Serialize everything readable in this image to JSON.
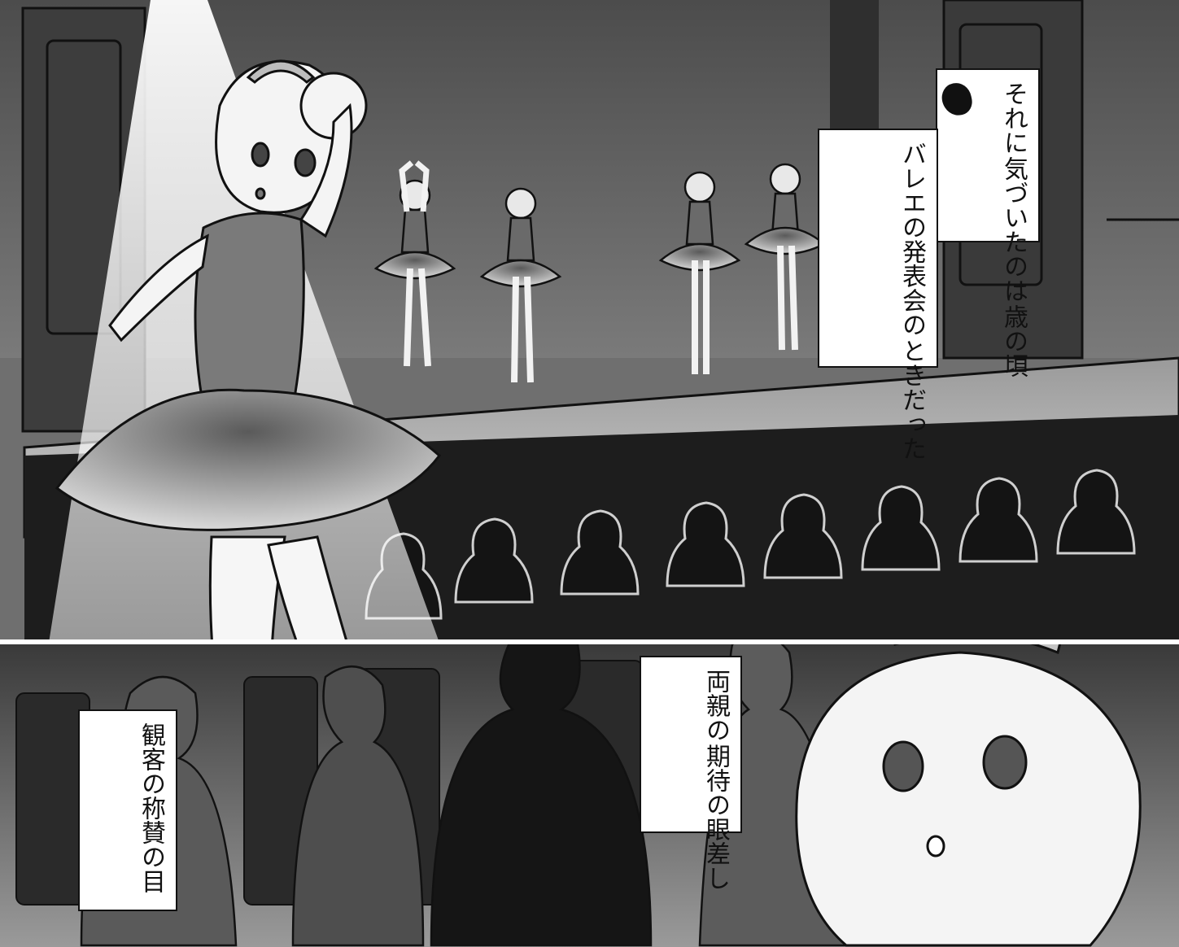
{
  "captions": {
    "age": {
      "line1": "それに",
      "line2": "気づいたのは",
      "line3": "歳の頃"
    },
    "ballet": {
      "line1": "バレエの発表会の",
      "line2": "ときだった"
    },
    "parents": {
      "line1": "両親の",
      "line2": "期待の眼差し"
    },
    "audience": {
      "line1": "観客の称賛の目"
    }
  },
  "colors": {
    "ink": "#111111",
    "paper": "#ffffff",
    "stage_gray": "#8a8a8a",
    "wall_gray": "#5c5c5c",
    "audience_black": "#141414",
    "spotlight": "#e6e6e6"
  }
}
